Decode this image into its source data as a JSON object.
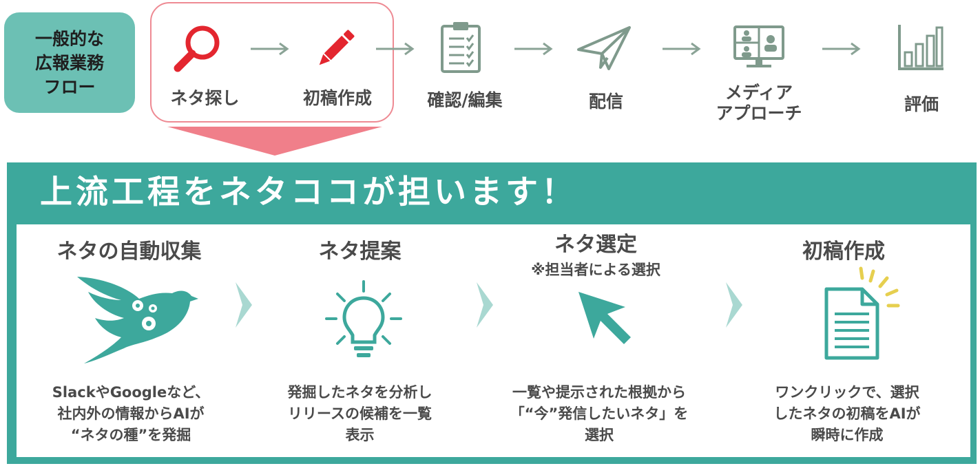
{
  "colors": {
    "teal": "#3da89c",
    "teal_light": "#6cc0b4",
    "pink": "#ee8a93",
    "red_icon": "#e3262f",
    "gray_icon": "#7f9a8c",
    "chevron": "#a9d8d1",
    "text": "#4a4a4a"
  },
  "flow": {
    "label": "一般的な\n広報業務\nフロー",
    "steps": [
      {
        "label": "ネタ探し",
        "icon": "magnifier-icon"
      },
      {
        "label": "初稿作成",
        "icon": "pencil-icon"
      },
      {
        "label": "確認/編集",
        "icon": "clipboard-icon"
      },
      {
        "label": "配信",
        "icon": "paper-plane-icon"
      },
      {
        "label": "メディア\nアプローチ",
        "icon": "video-meeting-icon"
      },
      {
        "label": "評価",
        "icon": "bar-chart-icon"
      }
    ]
  },
  "panel": {
    "title": "上流工程をネタココが担います！",
    "stages": [
      {
        "title": "ネタの自動収集",
        "subtitle": "",
        "icon": "bird-gears-icon",
        "description": "SlackやGoogleなど、\n社内外の情報からAIが\n“ネタの種”を発掘"
      },
      {
        "title": "ネタ提案",
        "subtitle": "",
        "icon": "lightbulb-icon",
        "description": "発掘したネタを分析し\nリリースの候補を一覧\n表示"
      },
      {
        "title": "ネタ選定",
        "subtitle": "※担当者による選択",
        "icon": "cursor-arrow-icon",
        "description": "一覧や提示された根拠から\n「“今”発信したいネタ」を\n選択"
      },
      {
        "title": "初稿作成",
        "subtitle": "",
        "icon": "document-spark-icon",
        "description": "ワンクリックで、選択\nしたネタの初稿をAIが\n瞬時に作成"
      }
    ]
  }
}
